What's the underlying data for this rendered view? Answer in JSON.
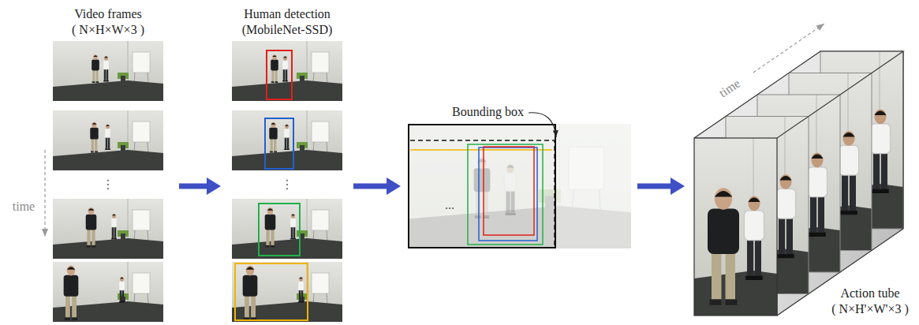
{
  "diagram": {
    "nodes": [
      {
        "text": [
          "Video frames",
          "( N×H×W×3 )"
        ]
      },
      {
        "text": [
          "Human detection",
          "(MobileNet-SSD)"
        ]
      },
      {
        "text": [
          "Bounding box",
          "..."
        ]
      },
      {
        "text": [
          "Action tube",
          "( N×H'×W'×3 )"
        ]
      }
    ],
    "edges": [
      {
        "from": 0,
        "to": 1,
        "arrow": "to"
      },
      {
        "from": 1,
        "to": 2,
        "arrow": "to"
      },
      {
        "from": 2,
        "to": 3,
        "arrow": "to"
      }
    ],
    "labels": [
      "time",
      "⋮",
      "⋮",
      "time"
    ]
  }
}
